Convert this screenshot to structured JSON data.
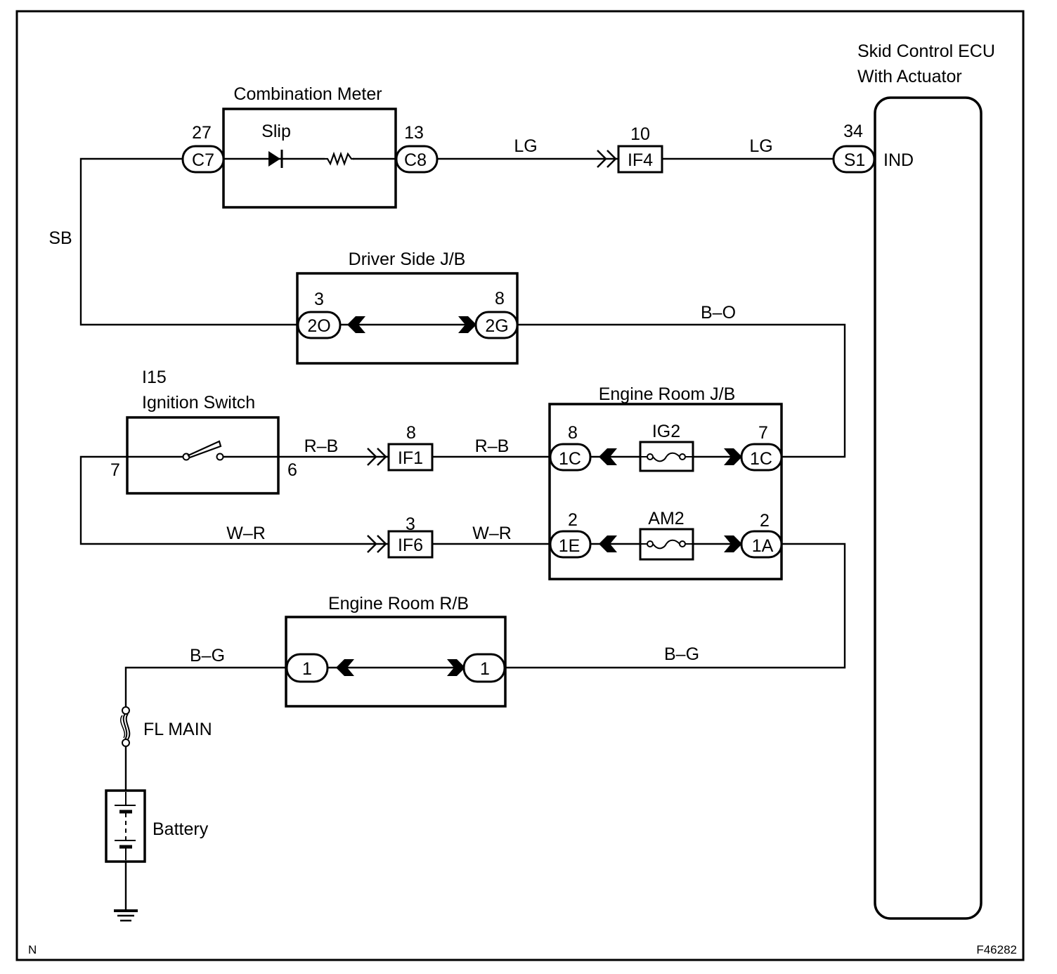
{
  "diagram": {
    "figure_id": "F46282",
    "corner_mark": "N",
    "components": {
      "combination_meter": {
        "title": "Combination Meter",
        "lamp_label": "Slip"
      },
      "skid_ecu": {
        "title_line1": "Skid Control ECU",
        "title_line2": "With Actuator",
        "terminal_label": "IND"
      },
      "driver_side_jb": {
        "title": "Driver Side J/B"
      },
      "ignition_switch": {
        "code": "I15",
        "title": "Ignition Switch",
        "pin_left": "7",
        "pin_right": "6"
      },
      "engine_room_jb": {
        "title": "Engine Room J/B",
        "fuse_top": "IG2",
        "fuse_bottom": "AM2"
      },
      "engine_room_rb": {
        "title": "Engine Room R/B"
      },
      "fl_main": {
        "label": "FL MAIN"
      },
      "battery": {
        "label": "Battery"
      }
    },
    "connectors": {
      "c7": {
        "code": "C7",
        "pin": "27"
      },
      "c8": {
        "code": "C8",
        "pin": "13"
      },
      "if4": {
        "code": "IF4",
        "pin": "10"
      },
      "s1": {
        "code": "S1",
        "pin": "34"
      },
      "ds_2o": {
        "code": "2O",
        "pin": "3"
      },
      "ds_2g": {
        "code": "2G",
        "pin": "8"
      },
      "if1": {
        "code": "IF1",
        "pin": "8"
      },
      "if6": {
        "code": "IF6",
        "pin": "3"
      },
      "er_1c_left": {
        "code": "1C",
        "pin": "8"
      },
      "er_1c_right": {
        "code": "1C",
        "pin": "7"
      },
      "er_1e": {
        "code": "1E",
        "pin": "2"
      },
      "er_1a": {
        "code": "1A",
        "pin": "2"
      },
      "rb_left": {
        "code": "1"
      },
      "rb_right": {
        "code": "1"
      }
    },
    "wires": {
      "sb": "SB",
      "lg_1": "LG",
      "lg_2": "LG",
      "b_o": "B–O",
      "r_b_1": "R–B",
      "r_b_2": "R–B",
      "w_r_1": "W–R",
      "w_r_2": "W–R",
      "b_g_1": "B–G",
      "b_g_2": "B–G"
    }
  }
}
